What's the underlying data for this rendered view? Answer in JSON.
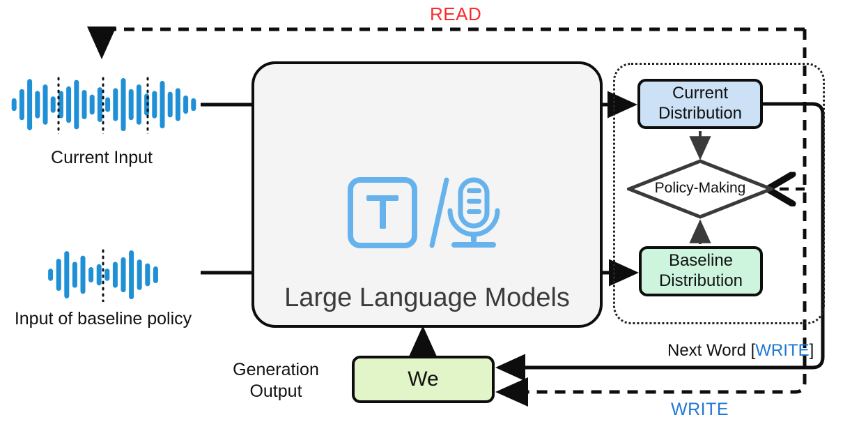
{
  "diagram": {
    "title": "Simultaneous translation policy with LLM and baseline distribution",
    "colors": {
      "read": "#fb2b2b",
      "write": "#1f77d4",
      "current_distribution_fill": "#cce0f6",
      "baseline_distribution_fill": "#cdf5dd",
      "generation_box_fill": "#e2f5c8",
      "llm_fill": "#f4f4f4",
      "waveform": "#1f8fd6",
      "stroke": "#0d0d0d",
      "diamond_stroke": "#444444",
      "llm_title": "#3b3b3b"
    }
  },
  "labels": {
    "read": "READ",
    "write": "WRITE",
    "next_word_prefix": "Next Word [",
    "next_word_action": "WRITE",
    "next_word_suffix": "]",
    "current_input": "Current Input",
    "baseline_input": "Input of baseline policy",
    "generation_output_line1": "Generation",
    "generation_output_line2": "Output"
  },
  "llm": {
    "title": "Large Language Models",
    "icon_text_glyph": "T",
    "icon_separator": "/",
    "icon_name": "text-or-speech-icon"
  },
  "nodes": {
    "current_distribution": {
      "line1": "Current",
      "line2": "Distribution"
    },
    "baseline_distribution": {
      "line1": "Baseline",
      "line2": "Distribution"
    },
    "policy_making": {
      "label": "Policy-Making"
    },
    "generation": {
      "value": "We"
    }
  },
  "waveforms": {
    "current": {
      "name": "current-input-waveform",
      "bar_heights": [
        14,
        34,
        56,
        30,
        44,
        18,
        30,
        40,
        54,
        32,
        22,
        38,
        16,
        36,
        58,
        34,
        44,
        24,
        30,
        52,
        28,
        36,
        20,
        14
      ],
      "segment_dividers": 3
    },
    "baseline": {
      "name": "baseline-input-waveform",
      "bar_heights": [
        16,
        42,
        62,
        34,
        50,
        20,
        28,
        16,
        34,
        46,
        64,
        40,
        30,
        22
      ],
      "segment_dividers": 1
    }
  },
  "edges": [
    {
      "name": "read-feedback-edge",
      "style": "dashed",
      "label": "READ"
    },
    {
      "name": "current-input-to-llm-edge",
      "style": "solid"
    },
    {
      "name": "baseline-input-to-llm-edge",
      "style": "solid"
    },
    {
      "name": "llm-to-current-distribution-edge",
      "style": "solid"
    },
    {
      "name": "llm-to-baseline-distribution-edge",
      "style": "solid"
    },
    {
      "name": "current-distribution-to-policy-edge",
      "style": "solid"
    },
    {
      "name": "baseline-distribution-to-policy-edge",
      "style": "solid"
    },
    {
      "name": "current-distribution-to-generation-edge",
      "style": "solid",
      "label": "Next Word [WRITE]"
    },
    {
      "name": "write-feedback-edge",
      "style": "dashed",
      "label": "WRITE"
    },
    {
      "name": "generation-to-llm-edge",
      "style": "solid"
    },
    {
      "name": "write-to-policy-edge",
      "style": "dashed"
    }
  ]
}
